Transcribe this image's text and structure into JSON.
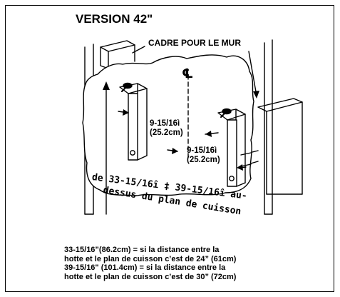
{
  "title": "VERSION 42\"",
  "frame_label": "CADRE POUR LE MUR",
  "centerline_symbol": "℄",
  "measure_a": [
    "9-15/16ì",
    "(25.2cm)"
  ],
  "measure_b": [
    "9-15/16ì",
    "(25.2cm)"
  ],
  "range_label": [
    "de 33-15/16î ‡ 39-15/16î au-",
    "dessus du plan de cuisson"
  ],
  "notes": [
    "33-15/16”(86.2cm) = si la distance entre la",
    "hotte et le plan de cuisson c’est de 24” (61cm)",
    "39-15/16\" (101.4cm) = si la distance entre la",
    "hotte et le plan de cuisson c’est de 30” (72cm)"
  ]
}
